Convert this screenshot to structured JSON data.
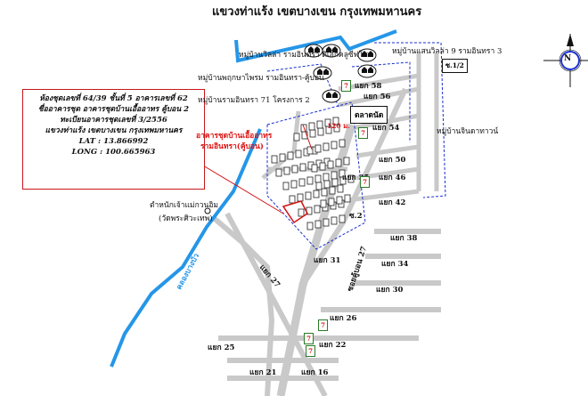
{
  "title": "แขวงท่าแร้ง  เขตบางเขน กรุงเทพมหานคร",
  "info_box": {
    "lines": [
      "ห้องชุดเลขที่ 64/39 ชั้นที่ 5 อาคารเลขที่ 62",
      "ชื่ออาคารชุด อาคารชุดบ้านเอื้ออาทร คู้บอน 2",
      "ทะเบียนอาคารชุดเลขที่ 3/2556",
      "แขวงท่าแร้ง เขตบางเขน  กรุงเทพมหานคร",
      "LAT : 13.866992",
      "LONG : 100.665963"
    ]
  },
  "villages": {
    "v1": "หมู่บ้านวิลล่า รามอินทรา ดิเอ็กคลูซีฟโซน",
    "v2": "หมู่บ้านพฤกษาไพรม รามอินทรา-คู้บอน",
    "v3": "หมู่บ้านรามอินทรา 71 โครงการ 2",
    "v4": "หมู่บ้านแสนวิลล่า 9 รามอินทรา 3",
    "v5": "หมู่บ้านจินดาทาวน์"
  },
  "subject_label": [
    "อาคารชุดบ้านเอื้ออาทร",
    "รามอินทรา(คู้บอน)"
  ],
  "distance": "120 ม.",
  "market": "ตลาดนัด",
  "shrine": [
    "ตำหนักเจ้าแม่กวนอิม",
    "(วัดพระศิวะเทพ)"
  ],
  "canal": "คลองบางบัว",
  "north": "N",
  "sign": "ซ.1/2",
  "roads": {
    "soi58": "แยก 58",
    "soi56": "แยก 56",
    "soi54": "แยก 54",
    "soi50": "แยก 50",
    "soi46": "แยก 46",
    "soi42": "แยก 42",
    "soi38": "แยก 38",
    "soi34": "แยก 34",
    "soi30": "แยก 30",
    "soi26": "แยก 26",
    "soi22": "แยก 22",
    "soi16": "แยก 16",
    "soi35": "แยก 35",
    "soi31": "แยก 31",
    "soi27": "แยก 27",
    "soi25": "แยก 25",
    "soi21": "แยก 21",
    "soi2": "ซ.2",
    "khubon27": "ซอยคู้บอน 27"
  },
  "icon_7eleven": "7",
  "icons": {
    "compass": "compass-icon",
    "house": "house-icon",
    "store": "seven-eleven-icon"
  },
  "colors": {
    "canal": "#2596e8",
    "road": "#c9c9c9",
    "subject": "#d11111",
    "boundary": "#1a2fd0"
  }
}
